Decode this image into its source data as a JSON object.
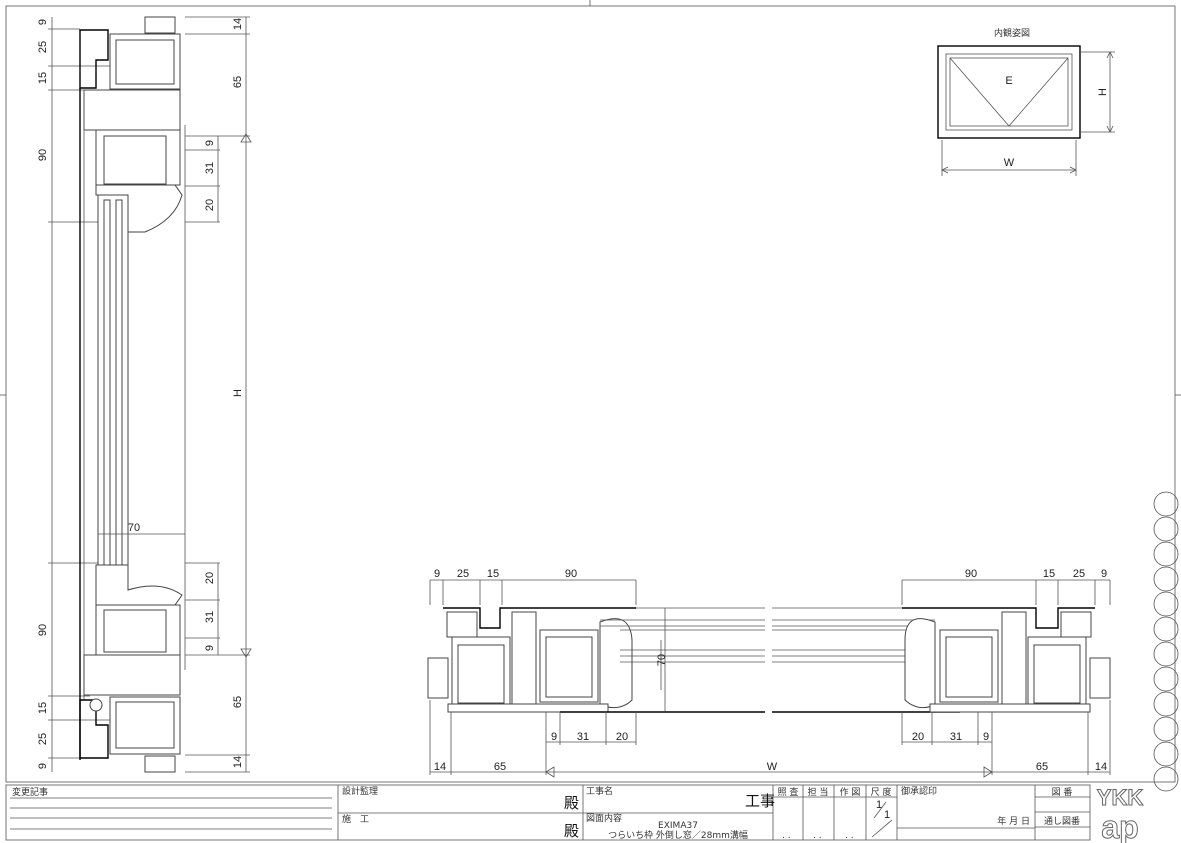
{
  "vertical_section": {
    "left_dims_top": [
      "9",
      "25",
      "15",
      "90"
    ],
    "left_dims_bottom": [
      "90",
      "15",
      "25",
      "9"
    ],
    "right_dims": [
      "14",
      "65",
      "9",
      "31",
      "20",
      "H",
      "20",
      "31",
      "9",
      "65",
      "14"
    ],
    "glass_dim": "70"
  },
  "horizontal_section": {
    "top_left_dims": [
      "9",
      "25",
      "15",
      "90"
    ],
    "top_right_dims": [
      "90",
      "15",
      "25",
      "9"
    ],
    "bottom_inner_left": [
      "9",
      "31",
      "20"
    ],
    "bottom_inner_right": [
      "20",
      "31",
      "9"
    ],
    "bottom_outer": [
      "14",
      "65",
      "W",
      "65",
      "14"
    ],
    "glass_dim": "70"
  },
  "elevation": {
    "title": "内観姿図",
    "mark": "E",
    "height_label": "H",
    "width_label": "W"
  },
  "title_block": {
    "change_record": "変更記事",
    "design_supervision": "設計監理",
    "construction": "施　工",
    "honorific": "殿",
    "project_name_label": "工事名",
    "project_suffix": "工事",
    "drawing_content_label": "図面内容",
    "product": "EXIMA37",
    "description": "つらいち枠 外倒し窓／28mm溝幅",
    "check": "照 査",
    "in_charge": "担 当",
    "drafting": "作 図",
    "scale_label": "尺 度",
    "scale_num": "1",
    "scale_den": "1",
    "approval": "御承認印",
    "date": "年 月 日",
    "drawing_no": "図 番",
    "serial_no": "通し図番",
    "dots": ". ."
  },
  "logo": {
    "line1": "YKK",
    "line2": "ap"
  }
}
